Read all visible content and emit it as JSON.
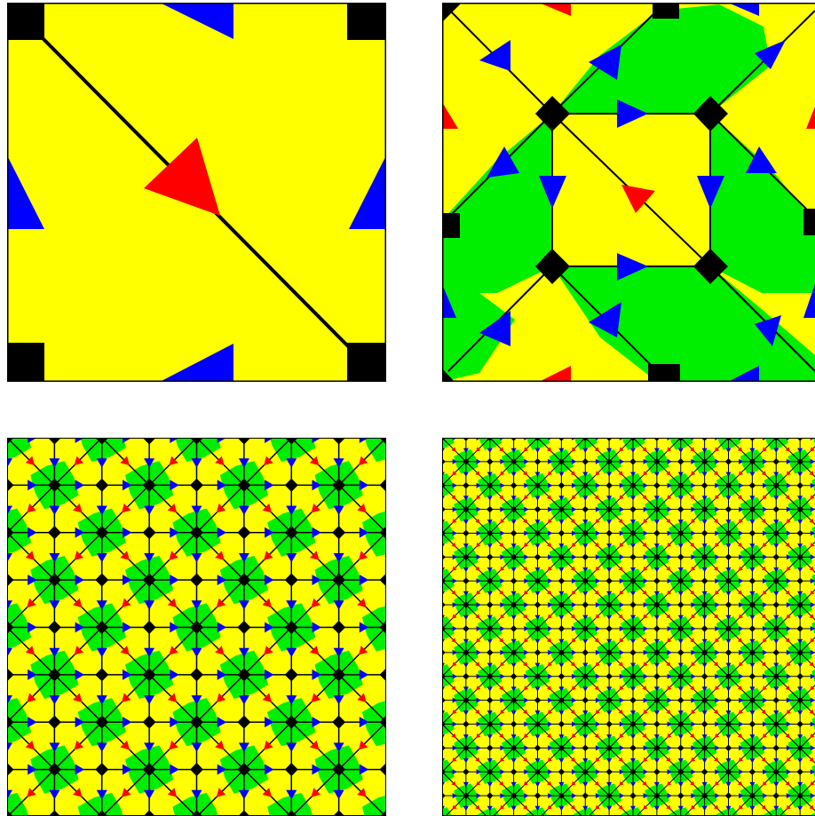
{
  "figure": {
    "panels": [
      {
        "id": "panel-1",
        "stage": 1,
        "description_hidden": true
      },
      {
        "id": "panel-2",
        "stage": 2
      },
      {
        "id": "panel-3",
        "stage": 3
      },
      {
        "id": "panel-4",
        "stage": 4
      }
    ],
    "colors": {
      "yellow": "#ffff00",
      "green": "#00ee00",
      "red": "#ff0000",
      "blue": "#0000ff",
      "black": "#000000",
      "background": "#ffffff"
    }
  }
}
